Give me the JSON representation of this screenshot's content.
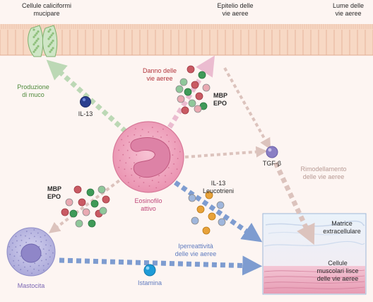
{
  "labels": {
    "goblet_cells": "Cellule caliciformi\nmucipare",
    "airway_epithelium": "Epitelio delle\nvie aeree",
    "airway_lumen": "Lume delle\nvie aeree",
    "mucus_production": "Produzione\ndi muco",
    "il13_top": "IL-13",
    "airway_damage": "Danno delle\nvie aeree",
    "mbp_epo_top": "MBP\nEPO",
    "tgf_beta": "TGF-β",
    "airway_remodeling": "Rimodellamento\ndelle vie aeree",
    "eosinophil": "Eosinofilo\nattivo",
    "mbp_epo_left": "MBP\nEPO",
    "il13_leukotrienes": "IL-13\nLeucotrieni",
    "hyperreactivity": "Iperreattività\ndelle vie aeree",
    "extracellular_matrix": "Matrice\nextracellulare",
    "smooth_muscle": "Cellule\nmuscolari lisce\ndelle vie aeree",
    "mast_cell": "Mastocita",
    "histamine": "Istamina"
  },
  "colors": {
    "background": "#fdf5f2",
    "epithelium": "#f7d8c4",
    "eosinophil": "#ef9fba",
    "mast_cell": "#b9b8e2",
    "arrow_green": "#bcd8b5",
    "arrow_pink": "#ebbcd0",
    "arrow_tan": "#dcc3bd",
    "arrow_blue": "#7e9cd0",
    "granule_red": "#c95a63",
    "granule_green": "#3f9a58",
    "granule_orange": "#e8a23a"
  }
}
